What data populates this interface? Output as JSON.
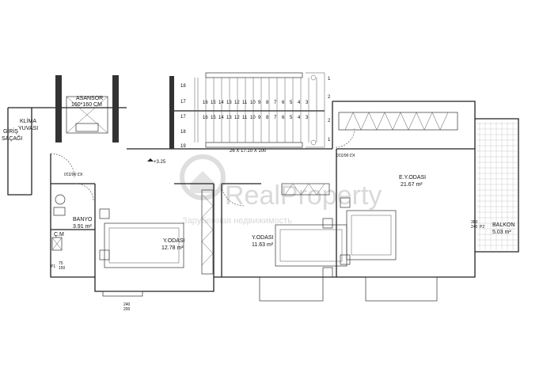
{
  "rooms": {
    "asansor": {
      "name": "ASANSOR",
      "size": "160*160 CM"
    },
    "klima": {
      "line1": "KLİMA",
      "line2": "YUVASI"
    },
    "giris": {
      "line1": "GİRİŞ",
      "line2": "SAÇAĞI"
    },
    "banyo": {
      "name": "BANYO",
      "area": "3.91 m²"
    },
    "cm": {
      "name": "Ç.M"
    },
    "yodasi1": {
      "name": "Y.ODASI",
      "area": "12.78 m²"
    },
    "yodasi2": {
      "name": "Y.ODASI",
      "area": "11.63 m²"
    },
    "eyodasi": {
      "name": "E.Y.ODASI",
      "area": "21.67 m²"
    },
    "balkon": {
      "name": "BALKON",
      "area": "5.03 m²"
    }
  },
  "stairs": {
    "label": "26 X 17.10 X 100",
    "row1": [
      "16",
      "15",
      "14",
      "13",
      "12",
      "11",
      "10",
      "9",
      "8",
      "7",
      "6",
      "5",
      "4",
      "3"
    ],
    "row2": [
      "16",
      "15",
      "14",
      "13",
      "12",
      "11",
      "10",
      "9",
      "8",
      "7",
      "6",
      "5",
      "4",
      "3"
    ],
    "left_nums": [
      "18",
      "17",
      "17",
      "18",
      "19"
    ],
    "right_nums": [
      "1",
      "2",
      "2",
      "1"
    ]
  },
  "annotations": {
    "level": "+3.25",
    "door_k1": "K2-90/210",
    "door_k2": "K2-90/210",
    "win_balkon_w": "380",
    "win_balkon_h": "240",
    "win_p1_w": "75",
    "win_p1_h": "150",
    "win_bottom_w": "240",
    "win_bottom_h": "200",
    "p1": "P1",
    "p2": "P2"
  },
  "watermark": {
    "brand": "RealProperty",
    "tagline": "Зарубежная недвижимость"
  },
  "colors": {
    "line": "#222222",
    "watermark": "#d9d9d9"
  }
}
